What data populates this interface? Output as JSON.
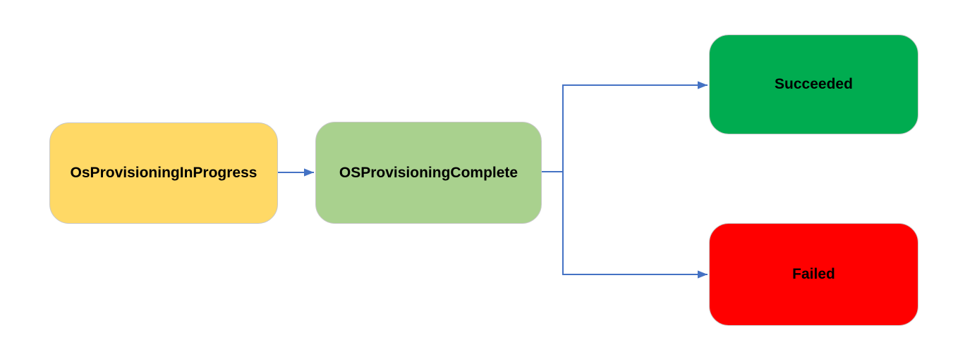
{
  "diagram": {
    "type": "flowchart",
    "canvas_bg": "#FFFFFF",
    "connector_color": "#4472C4",
    "node_border_color": "#C8C8C8",
    "text_color": "#000000",
    "nodes": [
      {
        "id": "os-provisioning-in-progress",
        "label": "OsProvisioningInProgress",
        "fill": "#FFD966",
        "shape": "rounded-rectangle"
      },
      {
        "id": "os-provisioning-complete",
        "label": "OSProvisioningComplete",
        "fill": "#A9D18E",
        "shape": "rounded-rectangle"
      },
      {
        "id": "succeeded",
        "label": "Succeeded",
        "fill": "#00AC50",
        "shape": "rounded-rectangle"
      },
      {
        "id": "failed",
        "label": "Failed",
        "fill": "#FF0000",
        "shape": "rounded-rectangle"
      }
    ],
    "edges": [
      {
        "from": "os-provisioning-in-progress",
        "to": "os-provisioning-complete",
        "style": "straight-arrow"
      },
      {
        "from": "os-provisioning-complete",
        "to": "succeeded",
        "style": "elbow-arrow"
      },
      {
        "from": "os-provisioning-complete",
        "to": "failed",
        "style": "elbow-arrow"
      }
    ]
  }
}
